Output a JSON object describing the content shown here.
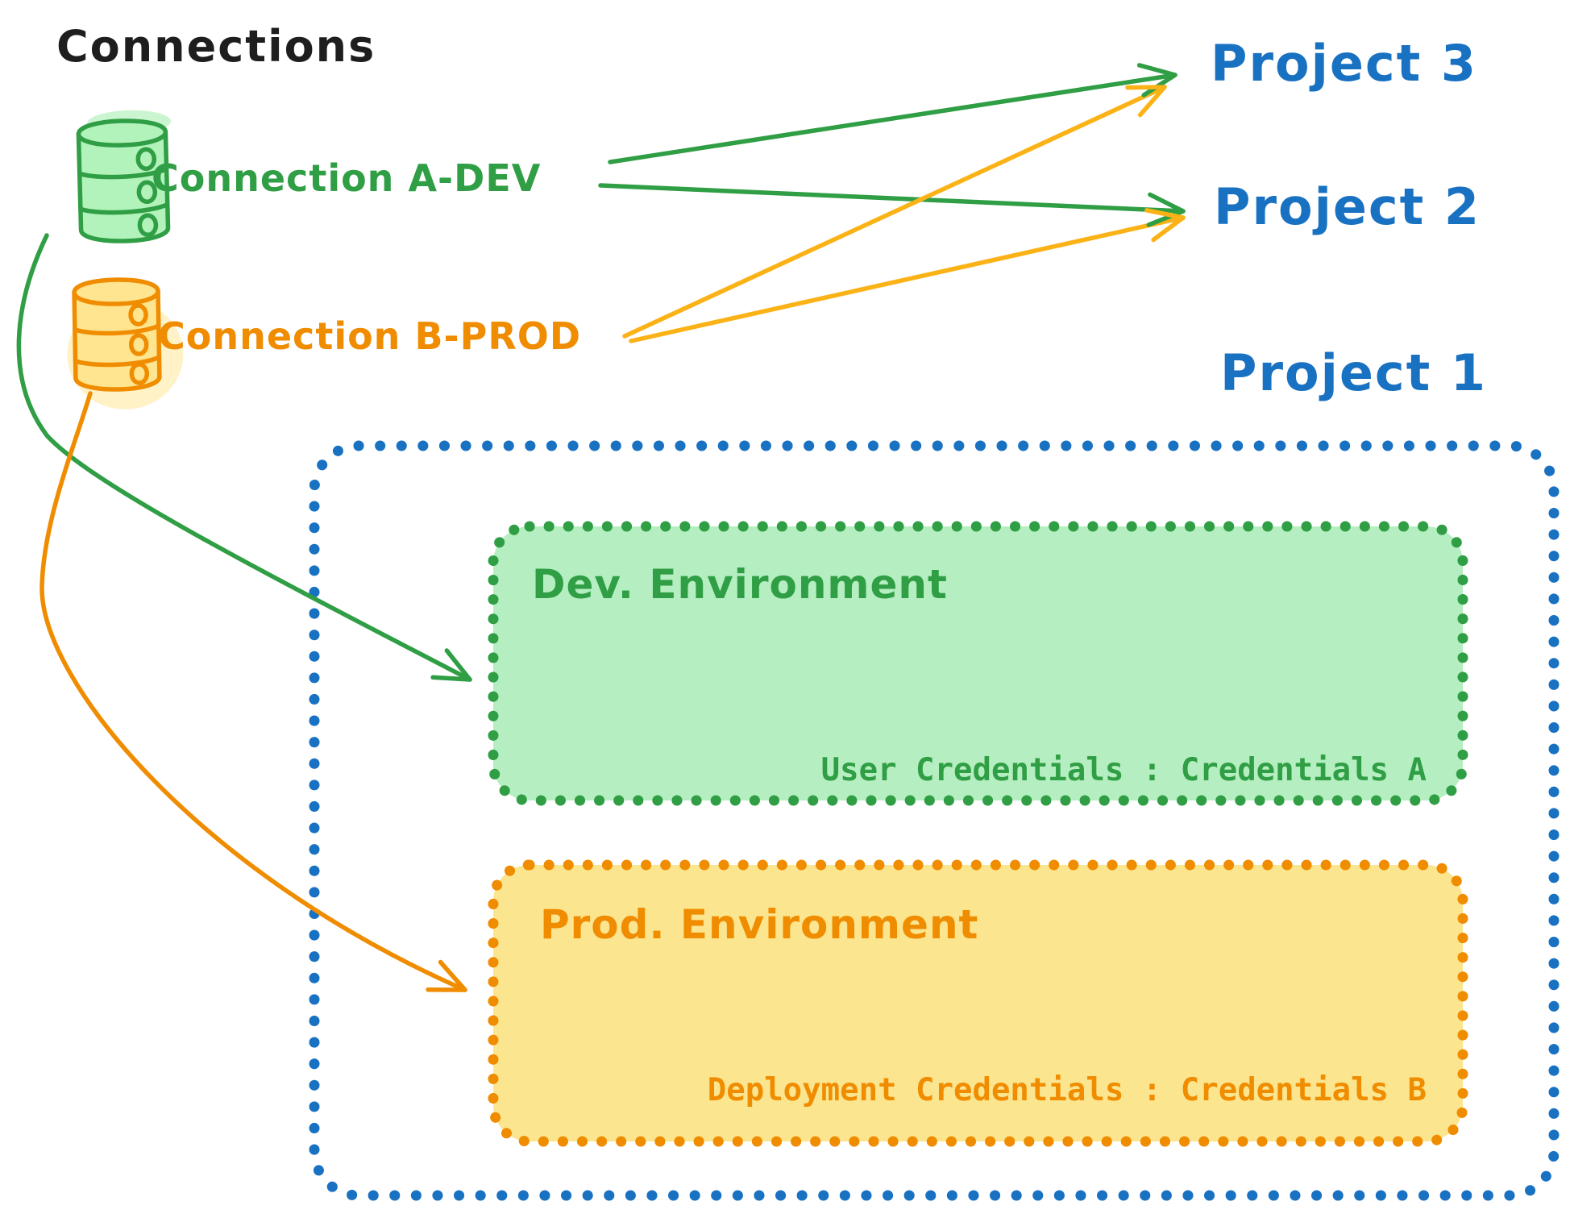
{
  "diagram": {
    "title": "Connections",
    "connections": [
      {
        "id": "a-dev",
        "label": "Connection A-DEV",
        "icon": "database-cylinder-icon",
        "stroke_color": "#2f9e44",
        "fill_color": "#b2f2bb",
        "arrow_targets": [
          "Project 3",
          "Project 2",
          "Dev. Environment"
        ]
      },
      {
        "id": "b-prod",
        "label": "Connection B-PROD",
        "icon": "database-cylinder-icon",
        "stroke_color": "#f08c00",
        "fill_color": "#ffe58f",
        "arrow_color_straight": "#fbb216",
        "arrow_targets": [
          "Project 3",
          "Project 2",
          "Prod. Environment"
        ]
      }
    ],
    "projects": [
      {
        "name": "Project 3"
      },
      {
        "name": "Project 2"
      },
      {
        "name": "Project 1"
      }
    ],
    "project1_detail": {
      "name": "Project 1",
      "border_color": "#1971c2",
      "environments": [
        {
          "title": "Dev. Environment",
          "credentials_line": "User Credentials : Credentials A",
          "stroke_color": "#2f9e44",
          "fill_color": "#b5eec0"
        },
        {
          "title": "Prod. Environment",
          "credentials_line": "Deployment Credentials : Credentials B",
          "stroke_color": "#f08c00",
          "fill_color": "#fbe58e"
        }
      ]
    },
    "colors": {
      "blue": "#1971c2",
      "green": "#2f9e44",
      "orange": "#f08c00",
      "arrow_yellow": "#fbb216",
      "title_black": "#1e1e1e"
    }
  }
}
